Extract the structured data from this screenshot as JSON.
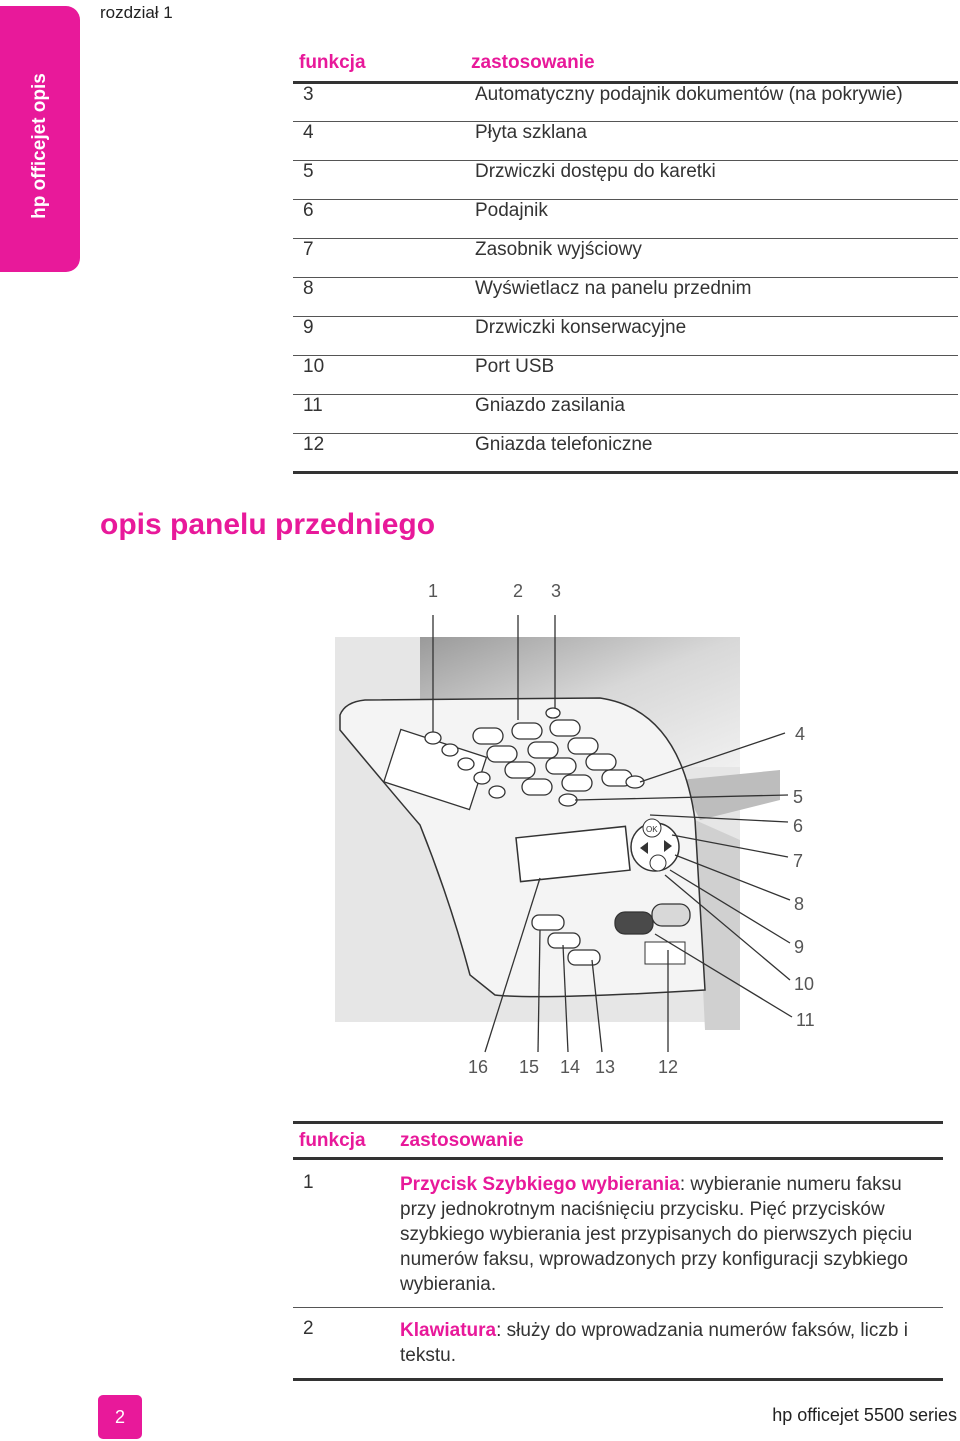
{
  "side_tab": {
    "label": "hp officejet opis"
  },
  "chapter": "rozdział 1",
  "table1": {
    "headers": [
      "funkcja",
      "zastosowanie"
    ],
    "rows": [
      [
        "3",
        "Automatyczny podajnik dokumentów (na pokrywie)"
      ],
      [
        "4",
        "Płyta szklana"
      ],
      [
        "5",
        "Drzwiczki dostępu do karetki"
      ],
      [
        "6",
        "Podajnik"
      ],
      [
        "7",
        "Zasobnik wyjściowy"
      ],
      [
        "8",
        "Wyświetlacz na panelu przednim"
      ],
      [
        "9",
        "Drzwiczki konserwacyjne"
      ],
      [
        "10",
        "Port USB"
      ],
      [
        "11",
        "Gniazdo zasilania"
      ],
      [
        "12",
        "Gniazda telefoniczne"
      ]
    ]
  },
  "section_title": "opis panelu przedniego",
  "diagram": {
    "top_labels": [
      "1",
      "2",
      "3"
    ],
    "right_labels": [
      "4",
      "5",
      "6",
      "7",
      "8",
      "9",
      "10",
      "11"
    ],
    "bottom_labels": [
      "16",
      "15",
      "14",
      "13",
      "12"
    ],
    "ok_label": "OK"
  },
  "table2": {
    "headers": [
      "funkcja",
      "zastosowanie"
    ],
    "rows": [
      {
        "num": "1",
        "term": "Przycisk Szybkiego wybierania",
        "text": ": wybieranie numeru faksu przy jednokrotnym naciśnięciu przycisku. Pięć przycisków szybkiego wybierania jest przypisanych do pierwszych pięciu numerów faksu, wprowadzonych przy konfiguracji szybkiego wybierania."
      },
      {
        "num": "2",
        "term": "Klawiatura",
        "text": ": służy do wprowadzania numerów faksów, liczb i tekstu."
      }
    ]
  },
  "footer": {
    "page_number": "2",
    "product": "hp officejet 5500 series"
  },
  "colors": {
    "accent": "#e8199a"
  }
}
